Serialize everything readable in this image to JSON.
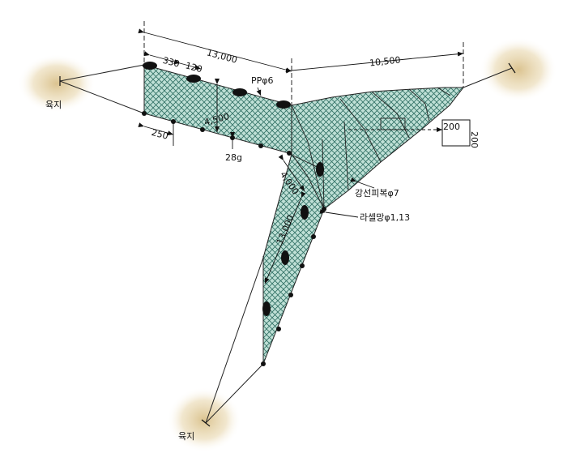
{
  "labels": {
    "land_left": "육지",
    "land_bottom": "육지",
    "float_rope": "PPφ6",
    "sinker": "28g",
    "steel_wire": "강선피복φ7",
    "net_material": "라셀망φ1,13"
  },
  "dimensions": {
    "wing_top_length": "13,000",
    "bag_length": "10,500",
    "float_spacing": "330",
    "float_gap": "120",
    "wing_depth": "4,500",
    "sinker_spacing": "250",
    "leader_depth": "4,000",
    "leader_length": "13,000",
    "mesh_w": "200",
    "mesh_h": "200"
  },
  "colors": {
    "net_fill": "#bfe0d6",
    "net_mesh": "#2f6f63",
    "land_glow": "#d9c08a",
    "line": "#222222"
  }
}
